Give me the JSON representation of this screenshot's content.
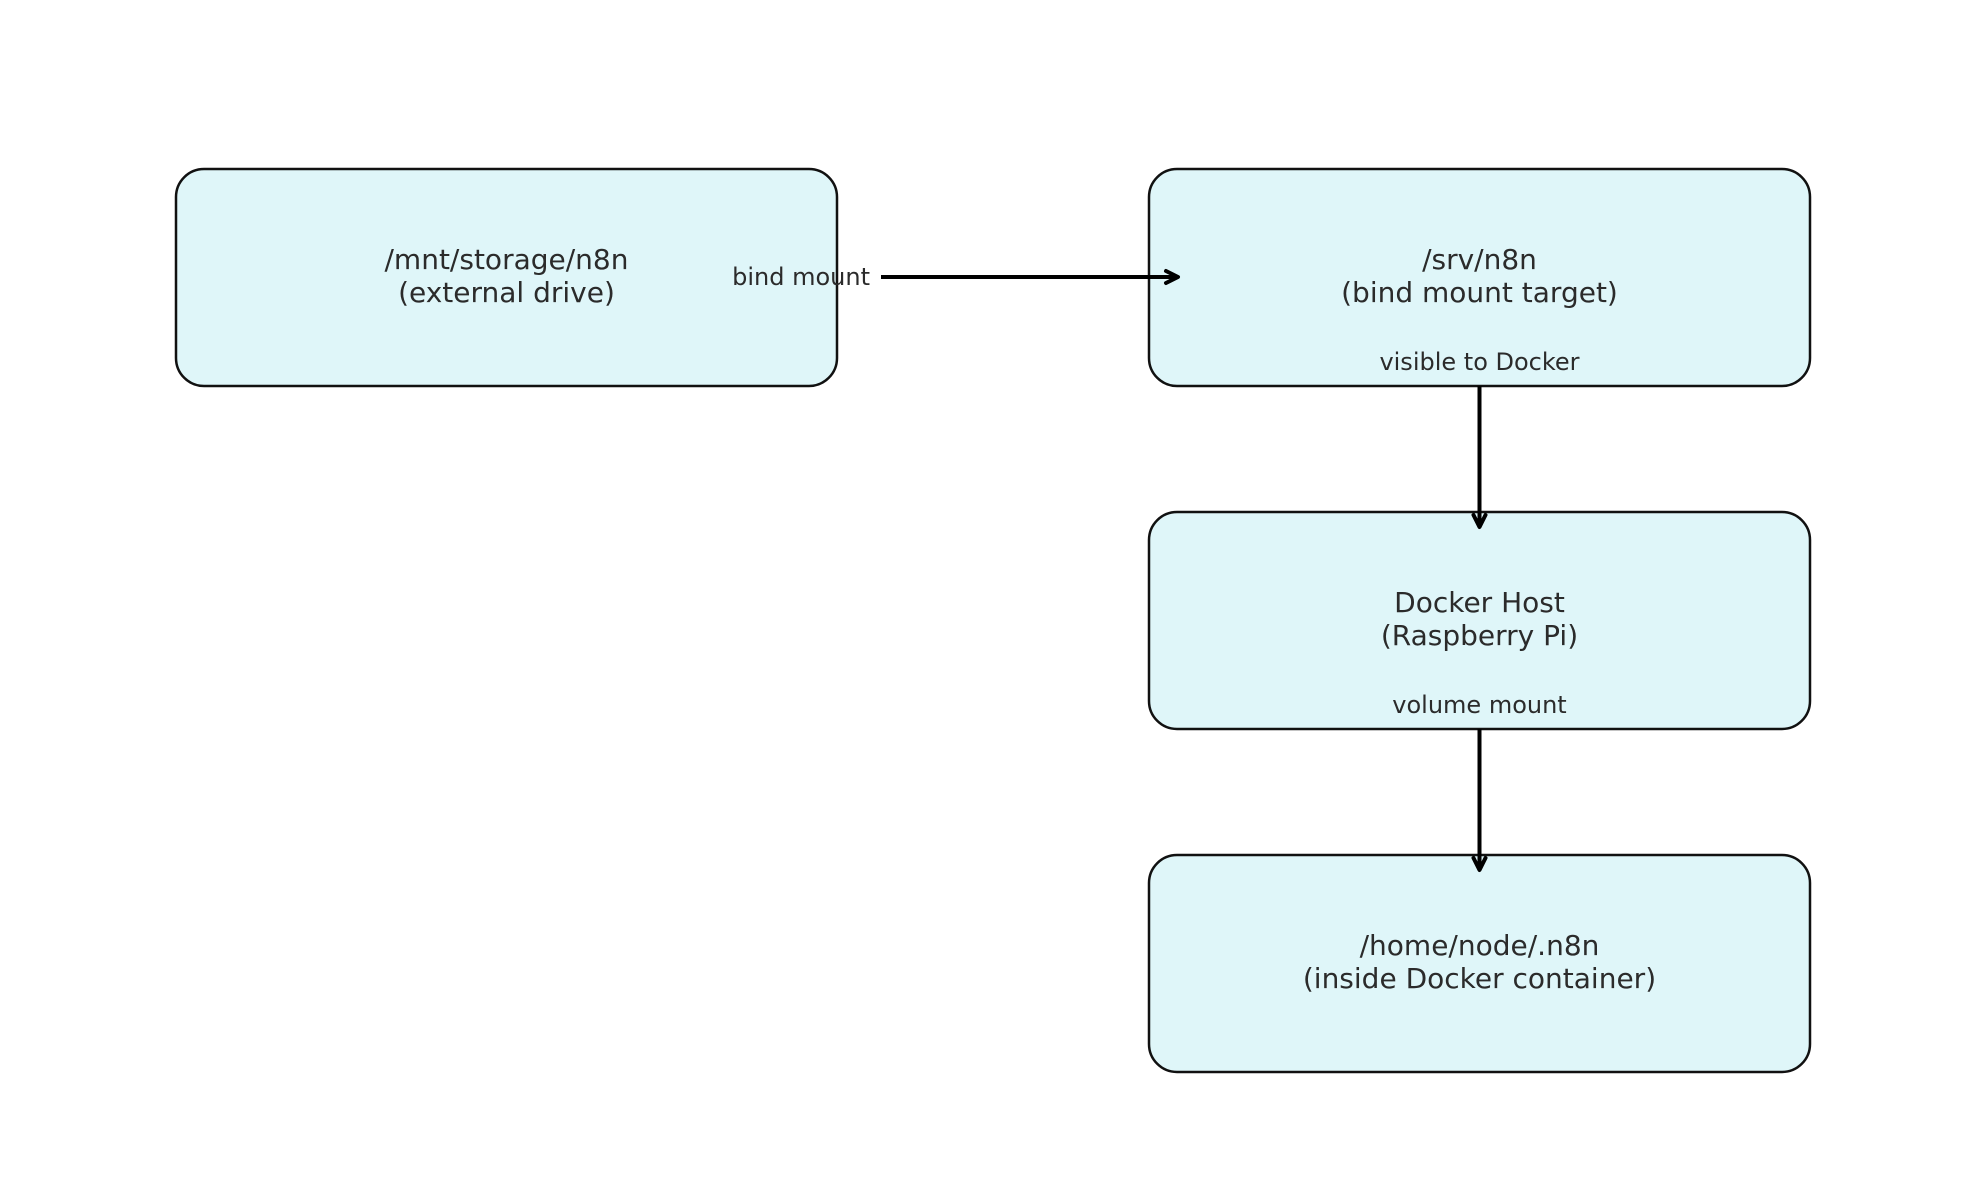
{
  "nodes": {
    "external_drive": {
      "line1": "/mnt/storage/n8n",
      "line2": "(external drive)"
    },
    "bind_target": {
      "line1": "/srv/n8n",
      "line2": "(bind mount target)"
    },
    "docker_host": {
      "line1": "Docker Host",
      "line2": "(Raspberry Pi)"
    },
    "container": {
      "line1": "/home/node/.n8n",
      "line2": "(inside Docker container)"
    }
  },
  "edges": {
    "bind_mount": {
      "label": "bind mount"
    },
    "visible_to_docker": {
      "label": "visible to Docker"
    },
    "volume_mount": {
      "label": "volume mount"
    }
  },
  "colors": {
    "node_fill": "#dff6f9",
    "node_stroke": "#111111",
    "text": "#2b2b2b",
    "arrow": "#000000"
  }
}
